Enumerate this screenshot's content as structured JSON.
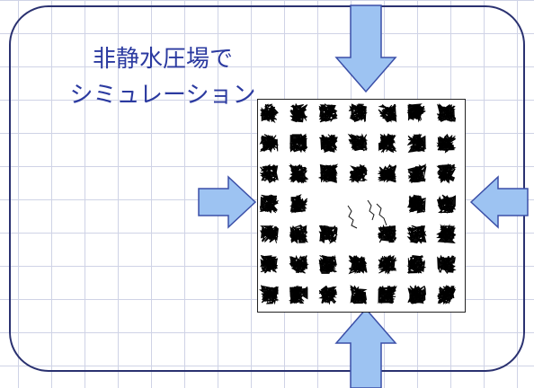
{
  "slide": {
    "title_line1": "非静水圧場で",
    "title_line2": "シミュレーション"
  },
  "colors": {
    "frame": "#2a3170",
    "title": "#2b3aa0",
    "arrow_fill": "#9dc3f2",
    "arrow_stroke": "#3b4fa8",
    "grid": "#cfd3e6"
  },
  "simulation": {
    "rows": 7,
    "cols": 7,
    "free_chains": 3
  },
  "arrows": [
    {
      "direction": "down",
      "position": "top"
    },
    {
      "direction": "right",
      "position": "left"
    },
    {
      "direction": "left",
      "position": "right"
    },
    {
      "direction": "up",
      "position": "bottom"
    }
  ]
}
